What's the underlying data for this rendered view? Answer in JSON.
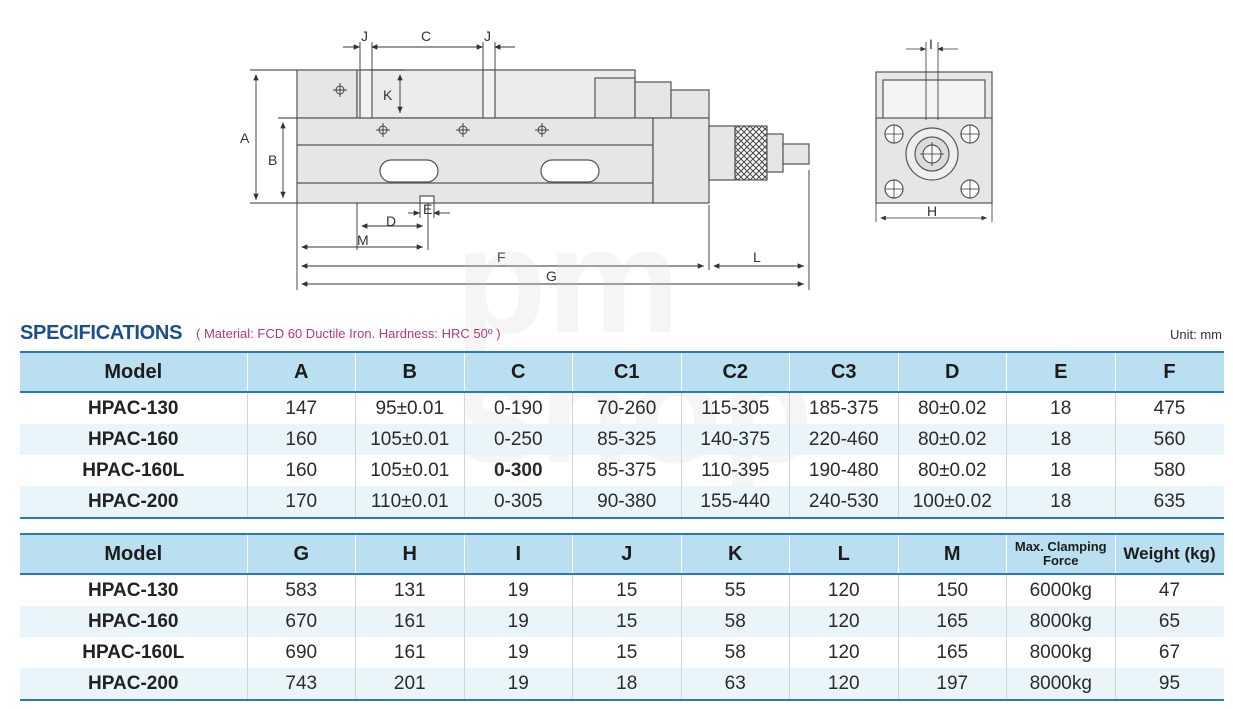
{
  "drawing": {
    "labels": {
      "A": "A",
      "B": "B",
      "C": "C",
      "J1": "J",
      "J2": "J",
      "K": "K",
      "D": "D",
      "E": "E",
      "M": "M",
      "F": "F",
      "G": "G",
      "L": "L",
      "I": "I",
      "H": "H"
    }
  },
  "watermark": {
    "line1": "pm",
    "line2": "shop"
  },
  "specs": {
    "title": "SPECIFICATIONS",
    "note": "( Material: FCD 60 Ductile Iron. Hardness: HRC 50º )",
    "unit": "Unit: mm"
  },
  "table1": {
    "headers": [
      "Model",
      "A",
      "B",
      "C",
      "C1",
      "C2",
      "C3",
      "D",
      "E",
      "F"
    ],
    "rows": [
      [
        "HPAC-130",
        "147",
        "95±0.01",
        "0-190",
        "70-260",
        "115-305",
        "185-375",
        "80±0.02",
        "18",
        "475"
      ],
      [
        "HPAC-160",
        "160",
        "105±0.01",
        "0-250",
        "85-325",
        "140-375",
        "220-460",
        "80±0.02",
        "18",
        "560"
      ],
      [
        "HPAC-160L",
        "160",
        "105±0.01",
        "0-300",
        "85-375",
        "110-395",
        "190-480",
        "80±0.02",
        "18",
        "580"
      ],
      [
        "HPAC-200",
        "170",
        "110±0.01",
        "0-305",
        "90-380",
        "155-440",
        "240-530",
        "100±0.02",
        "18",
        "635"
      ]
    ]
  },
  "table2": {
    "headers": [
      "Model",
      "G",
      "H",
      "I",
      "J",
      "K",
      "L",
      "M",
      "Max. Clamping Force",
      "Weight (kg)"
    ],
    "rows": [
      [
        "HPAC-130",
        "583",
        "131",
        "19",
        "15",
        "55",
        "120",
        "150",
        "6000kg",
        "47"
      ],
      [
        "HPAC-160",
        "670",
        "161",
        "19",
        "15",
        "58",
        "120",
        "165",
        "8000kg",
        "65"
      ],
      [
        "HPAC-160L",
        "690",
        "161",
        "19",
        "15",
        "58",
        "120",
        "165",
        "8000kg",
        "67"
      ],
      [
        "HPAC-200",
        "743",
        "201",
        "19",
        "18",
        "63",
        "120",
        "197",
        "8000kg",
        "95"
      ]
    ]
  }
}
